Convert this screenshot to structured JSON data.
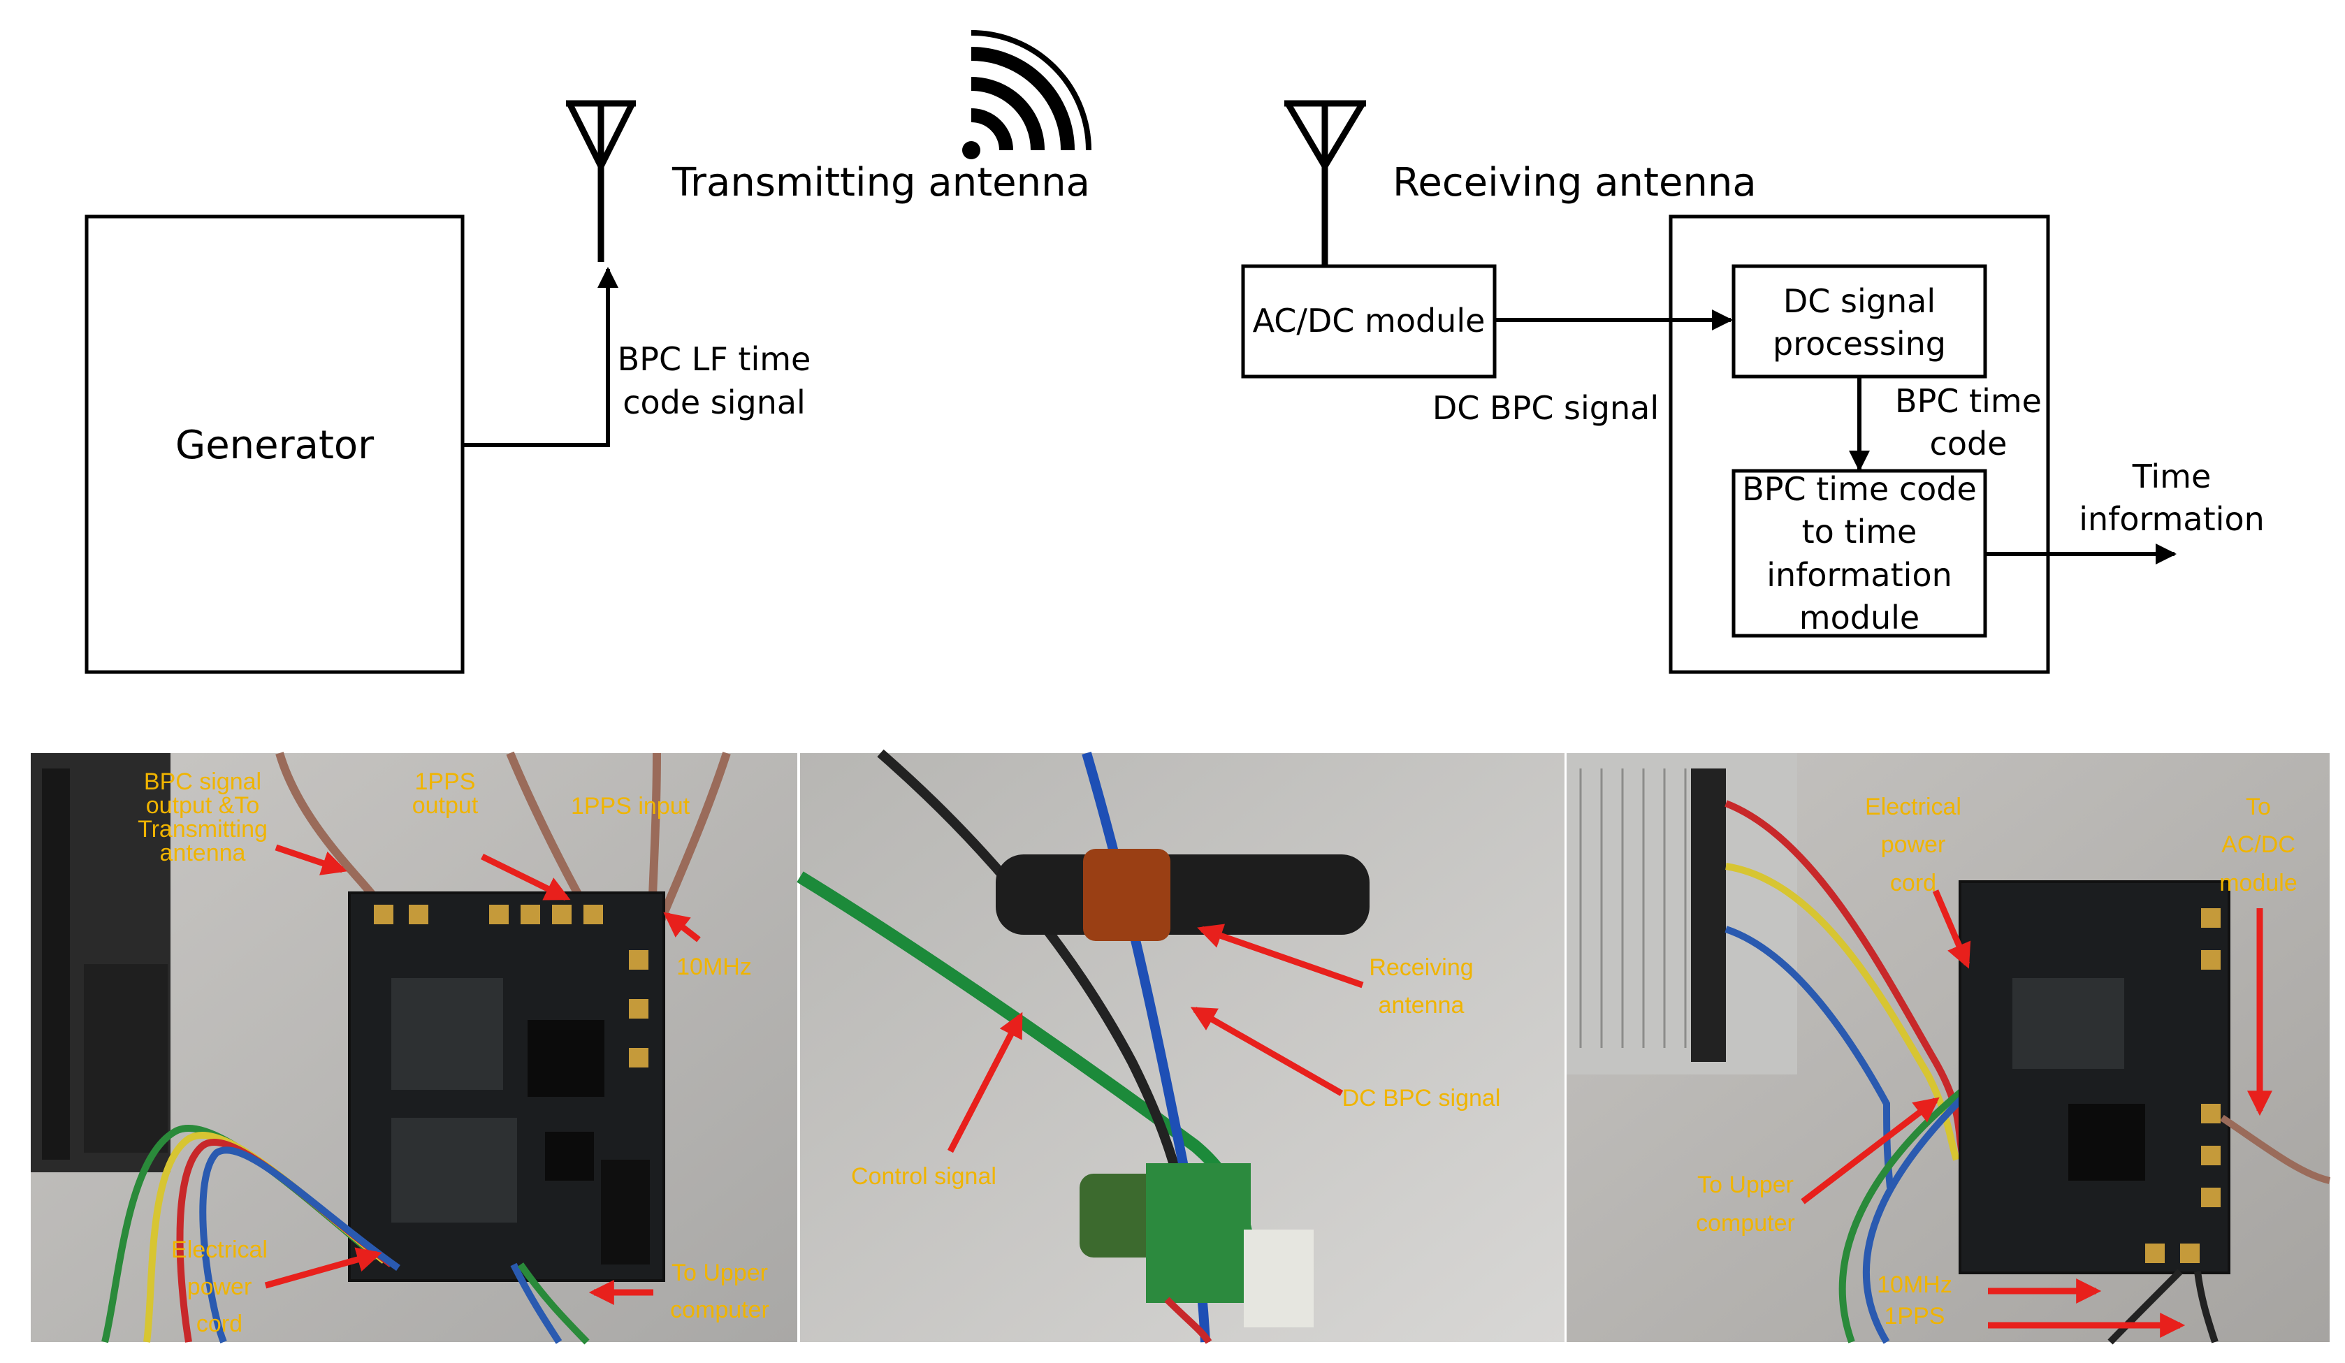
{
  "diagram": {
    "transmit_antenna_label": "Transmitting antenna",
    "receive_antenna_label": "Receiving antenna",
    "generator_label": "Generator",
    "bpc_lf_signal_label": [
      "BPC LF time",
      "code signal"
    ],
    "acdc_module_label": "AC/DC module",
    "dc_bpc_signal_label": "DC BPC signal",
    "dc_signal_processing_label": [
      "DC signal",
      "processing"
    ],
    "bpc_time_code_label": [
      "BPC time",
      "code"
    ],
    "conversion_module_label": [
      "BPC time code",
      "to time",
      "information",
      "module"
    ],
    "time_information_label": [
      "Time",
      "information"
    ]
  },
  "photos": {
    "left": {
      "bpc_output": [
        "BPC signal",
        "output &To",
        "Transmitting",
        "antenna"
      ],
      "pps_output": [
        "1PPS",
        "output"
      ],
      "pps_input": "1PPS input",
      "ten_mhz": "10MHz",
      "power_cord": [
        "Electrical",
        "power",
        "cord"
      ],
      "upper_computer": [
        "To Upper",
        "computer"
      ]
    },
    "middle": {
      "receiving_antenna": [
        "Receiving",
        "antenna"
      ],
      "dc_bpc_signal": "DC BPC signal",
      "control_signal": "Control signal"
    },
    "right": {
      "power_cord": [
        "Electrical",
        "power",
        "cord"
      ],
      "to_acdc": [
        "To",
        "AC/DC",
        "module"
      ],
      "upper_computer": [
        "To Upper",
        "computer"
      ],
      "ten_mhz": "10MHz",
      "pps": "1PPS"
    }
  },
  "colors": {
    "annotation_text": "#f0b400",
    "annotation_arrow": "#e8201c",
    "line": "#000000"
  }
}
